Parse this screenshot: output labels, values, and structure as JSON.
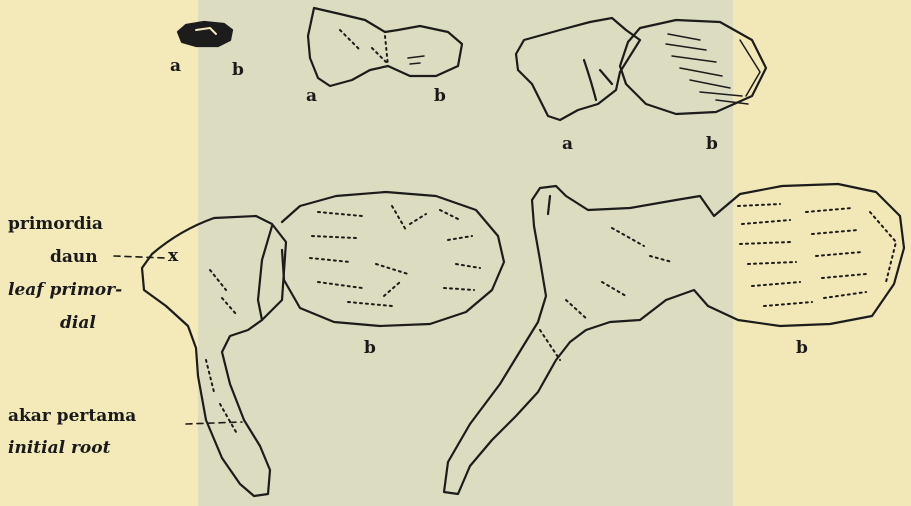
{
  "labels": {
    "leaf_label_1": "primordia",
    "leaf_label_2": "daun",
    "leaf_label_3": "leaf primor-",
    "leaf_label_4": "dial",
    "root_label_1": "akar pertama",
    "root_label_2": "initial root",
    "x_mark": "x"
  },
  "stages": [
    {
      "a": "a",
      "b": "b"
    },
    {
      "a": "a",
      "b": "b"
    },
    {
      "a": "a",
      "b": "b"
    },
    {
      "b": "b"
    },
    {
      "b": "b"
    }
  ],
  "colors": {
    "paper": "#f4ebbd",
    "shade": "#dcdcc0",
    "ink": "#1c1c1c"
  }
}
